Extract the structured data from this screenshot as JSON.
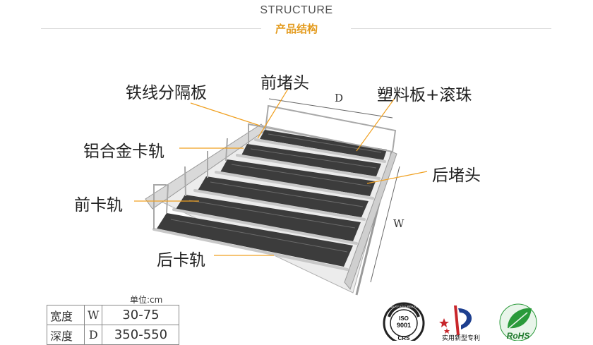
{
  "header": {
    "title": "STRUCTURE",
    "subtitle": "产品结构"
  },
  "labels": {
    "wire_divider": "铁线分隔板",
    "front_stopper": "前堵头",
    "plastic_board_rollers": "塑料板+滚珠",
    "aluminum_rail": "铝合金卡轨",
    "rear_stopper": "后堵头",
    "front_rail": "前卡轨",
    "rear_rail": "后卡轨",
    "dim_d": "D",
    "dim_w": "W"
  },
  "spec_table": {
    "unit": "单位:cm",
    "rows": [
      {
        "name": "宽度",
        "symbol": "W",
        "value": "30-75"
      },
      {
        "name": "深度",
        "symbol": "D",
        "value": "350-550"
      }
    ]
  },
  "certifications": {
    "iso_top_text": "QUALITY ASSURED FIRM",
    "iso_mark": "ISO",
    "iso_number": "9001",
    "iso_bottom": "CRS",
    "patent_text": "实用新型专利",
    "rohs_text": "RoHS"
  },
  "colors": {
    "accent": "#e39a1c",
    "leader_line": "#f0a020",
    "rail": "#b9b9b9",
    "mat": "#3c3c3c"
  }
}
